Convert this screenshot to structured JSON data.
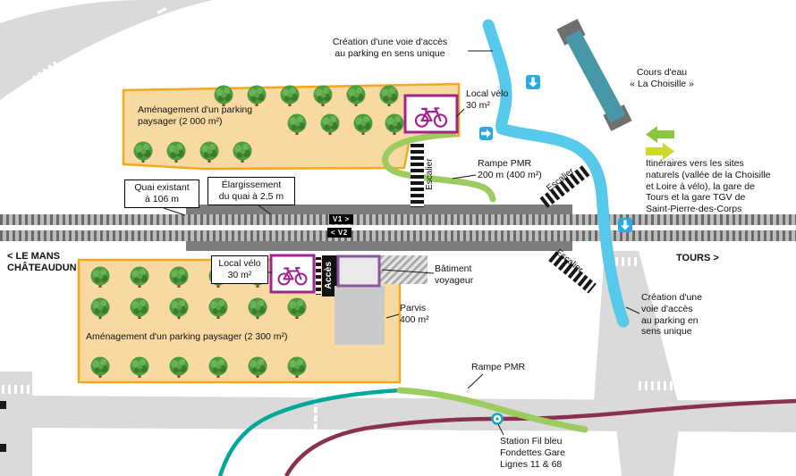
{
  "labels": {
    "access_top": "Création d'une voie d'accès\nau parking en sens unique",
    "local_velo_top": "Local vélo\n30 m²",
    "cours_deau": "Cours d'eau\n« La Choisille »",
    "itineraires": "Itinéraires vers les sites\nnaturels (vallée de la Choisille\net Loire à vélo), la gare de\nTours et la gare TGV de\nSaint-Pierre-des-Corps",
    "parking_top": "Aménagement d'un parking\npaysager (2 000 m²)",
    "quai_existant": "Quai existant\nà 106 m",
    "elargissement": "Élargissement\ndu quai à 2,5 m",
    "rampe_top": "Rampe PMR\n200 m (400 m²)",
    "escalier_top": "Escalier",
    "escalier_upper_right": "Escalier",
    "escalier_lower_right": "Escalier",
    "v1": "V1 >",
    "v2": "< V2",
    "le_mans": "< LE MANS\nCHÂTEAUDUN",
    "tours": "TOURS >",
    "local_velo_bottom": "Local vélo\n30 m²",
    "acces": "Accès",
    "batiment": "Bâtiment\nvoyageur",
    "parvis": "Parvis\n400 m²",
    "access_right": "Création d'une\nvoie d'accès\nau parking en\nsens unique",
    "parking_bottom": "Aménagement d'un parking paysager (2 300 m²)",
    "rampe_bottom": "Rampe PMR",
    "station": "Station Fil bleu\nFondettes Gare\nLignes 11 & 68"
  },
  "colors": {
    "road": "#dadada",
    "rail_dark": "#6a6a6a",
    "rail_light": "#bcbcbc",
    "platform": "#7d7d7d",
    "parking_fill": "#f9d9a2",
    "parking_border": "#f6a81c",
    "velo_magenta": "#a3238e",
    "building_purple": "#8a56a0",
    "parvis_gray": "#c9c9c9",
    "access_blue": "#57c9ea",
    "water_teal": "#4798a6",
    "ramp_green": "#9ccb5f",
    "cycle_teal": "#00a79b",
    "bus_maroon": "#8b3150",
    "arrow_blue": "#29abe2",
    "arrow_green": "#8cc63e",
    "arrow_yellow": "#ccd92e"
  }
}
